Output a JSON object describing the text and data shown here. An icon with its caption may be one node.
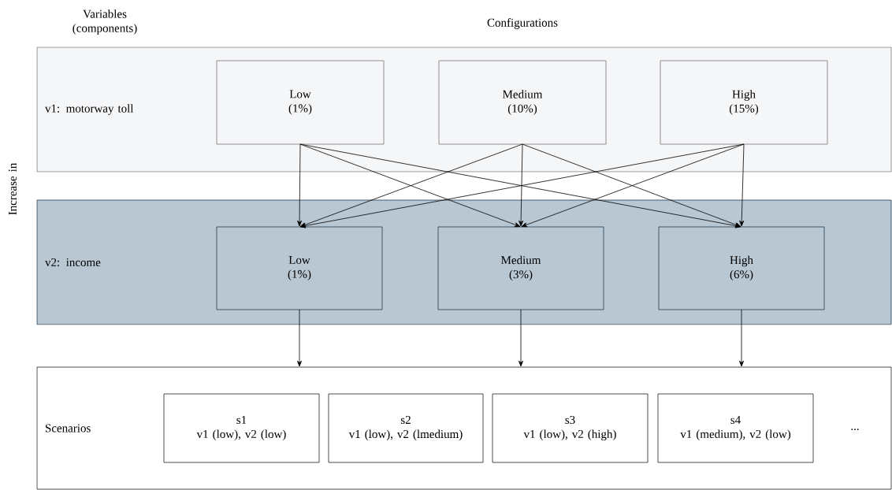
{
  "diagram": {
    "nodes": [
      {
        "text": [
          "v1: motorway toll"
        ]
      },
      {
        "text": [
          "Low",
          "(1%)"
        ],
        "in": 0
      },
      {
        "text": [
          "Medium",
          "(10%)"
        ],
        "in": 0
      },
      {
        "text": [
          "High",
          "(15%)"
        ],
        "in": 0
      },
      {
        "text": [
          "v2: income"
        ]
      },
      {
        "text": [
          "Low",
          "(1%)"
        ],
        "in": 4
      },
      {
        "text": [
          "Medium",
          "(3%)"
        ],
        "in": 4
      },
      {
        "text": [
          "High",
          "(6%)"
        ],
        "in": 4
      },
      {
        "text": [
          "Scenarios"
        ]
      },
      {
        "text": [
          "s1",
          "v1 (low), v2 (low)"
        ],
        "in": 8
      },
      {
        "text": [
          "s2",
          "v1 (low), v2 (lmedium)"
        ],
        "in": 8
      },
      {
        "text": [
          "s3",
          "v1 (low), v2 (high)"
        ],
        "in": 8
      },
      {
        "text": [
          "s4",
          "v1 (medium), v2 (low)"
        ],
        "in": 8
      }
    ],
    "edges": [
      {
        "from": 1,
        "to": 5,
        "arrow": "to"
      },
      {
        "from": 1,
        "to": 6,
        "arrow": "to"
      },
      {
        "from": 1,
        "to": 7,
        "arrow": "to"
      },
      {
        "from": 2,
        "to": 5,
        "arrow": "to"
      },
      {
        "from": 2,
        "to": 6,
        "arrow": "to"
      },
      {
        "from": 2,
        "to": 7,
        "arrow": "to"
      },
      {
        "from": 3,
        "to": 5,
        "arrow": "to"
      },
      {
        "from": 3,
        "to": 6,
        "arrow": "to"
      },
      {
        "from": 3,
        "to": 7,
        "arrow": "to"
      },
      {
        "from": 5,
        "to": 8,
        "arrow": "to"
      },
      {
        "from": 6,
        "to": 8,
        "arrow": "to"
      },
      {
        "from": 7,
        "to": 8,
        "arrow": "to"
      }
    ],
    "labels": [
      "Variables (components)",
      "Configurations",
      "Increase in",
      "..."
    ]
  }
}
